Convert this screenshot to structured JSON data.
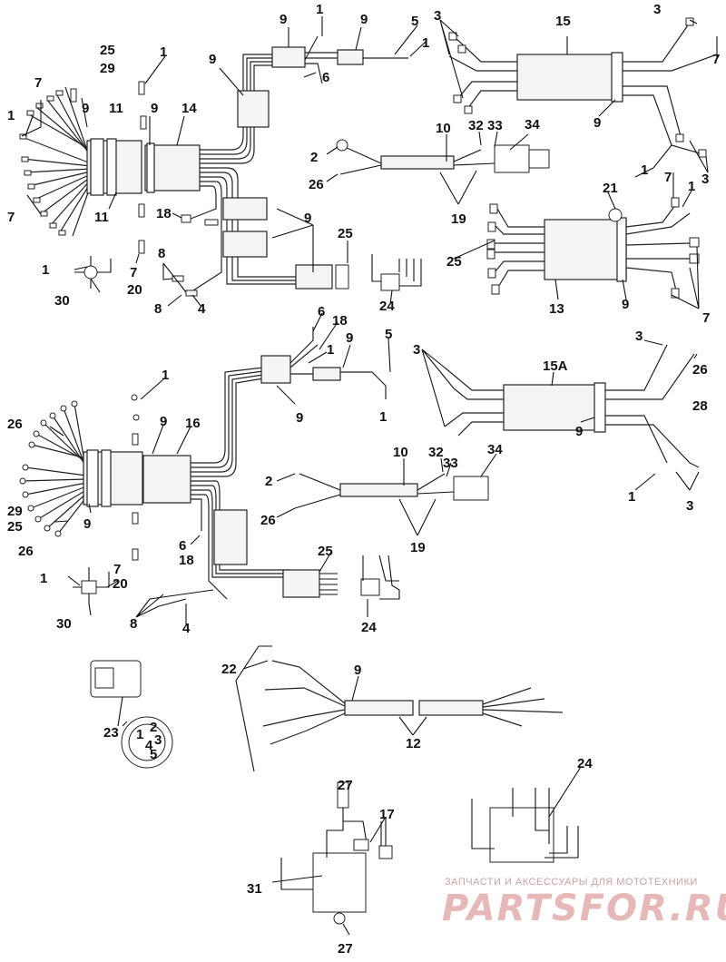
{
  "watermark": {
    "tagline": "ЗАПЧАСТИ И АКСЕССУАРЫ ДЛЯ МОТОТЕХНИКИ",
    "brand": "PARTSFOR.RU"
  },
  "callouts": {
    "n1": "1",
    "n2": "2",
    "n3": "3",
    "n4": "4",
    "n5": "5",
    "n6": "6",
    "n7": "7",
    "n8": "8",
    "n9": "9",
    "n10": "10",
    "n11": "11",
    "n12": "12",
    "n13": "13",
    "n14": "14",
    "n15": "15",
    "n15a": "15A",
    "n16": "16",
    "n17": "17",
    "n18": "18",
    "n19": "19",
    "n20": "20",
    "n21": "21",
    "n22": "22",
    "n23": "23",
    "n24": "24",
    "n25": "25",
    "n26": "26",
    "n27": "27",
    "n28": "28",
    "n29": "29",
    "n30": "30",
    "n31": "31",
    "n32": "32",
    "n33": "33",
    "n34": "34"
  },
  "connector_pins": [
    "1",
    "2",
    "3",
    "4",
    "5"
  ]
}
